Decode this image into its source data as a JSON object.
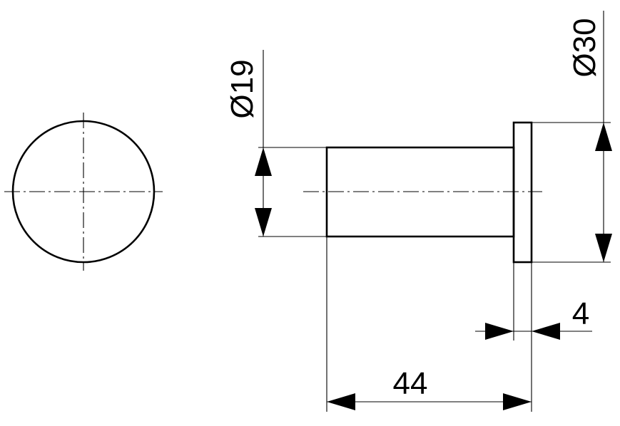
{
  "dimensions": {
    "diameter_small": "Ø19",
    "diameter_large": "Ø30",
    "flange_thickness": "4",
    "overall_length": "44"
  }
}
